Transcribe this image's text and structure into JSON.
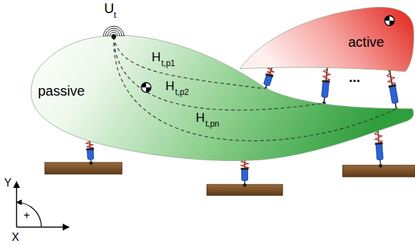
{
  "diagram": {
    "nodes": [
      {
        "text": [
          "passive"
        ]
      },
      {
        "text": [
          "active"
        ]
      }
    ],
    "edges": [
      {
        "from": 1,
        "to": 0,
        "arrow": "none"
      },
      {
        "from": 1,
        "to": 0,
        "arrow": "none"
      },
      {
        "from": 1,
        "to": 0,
        "arrow": "none"
      }
    ],
    "labels": [
      "U",
      "t",
      "H",
      "t,p1",
      "H",
      "t,p2",
      "H",
      "t,pn",
      "...",
      "Y",
      "X",
      "+"
    ]
  }
}
